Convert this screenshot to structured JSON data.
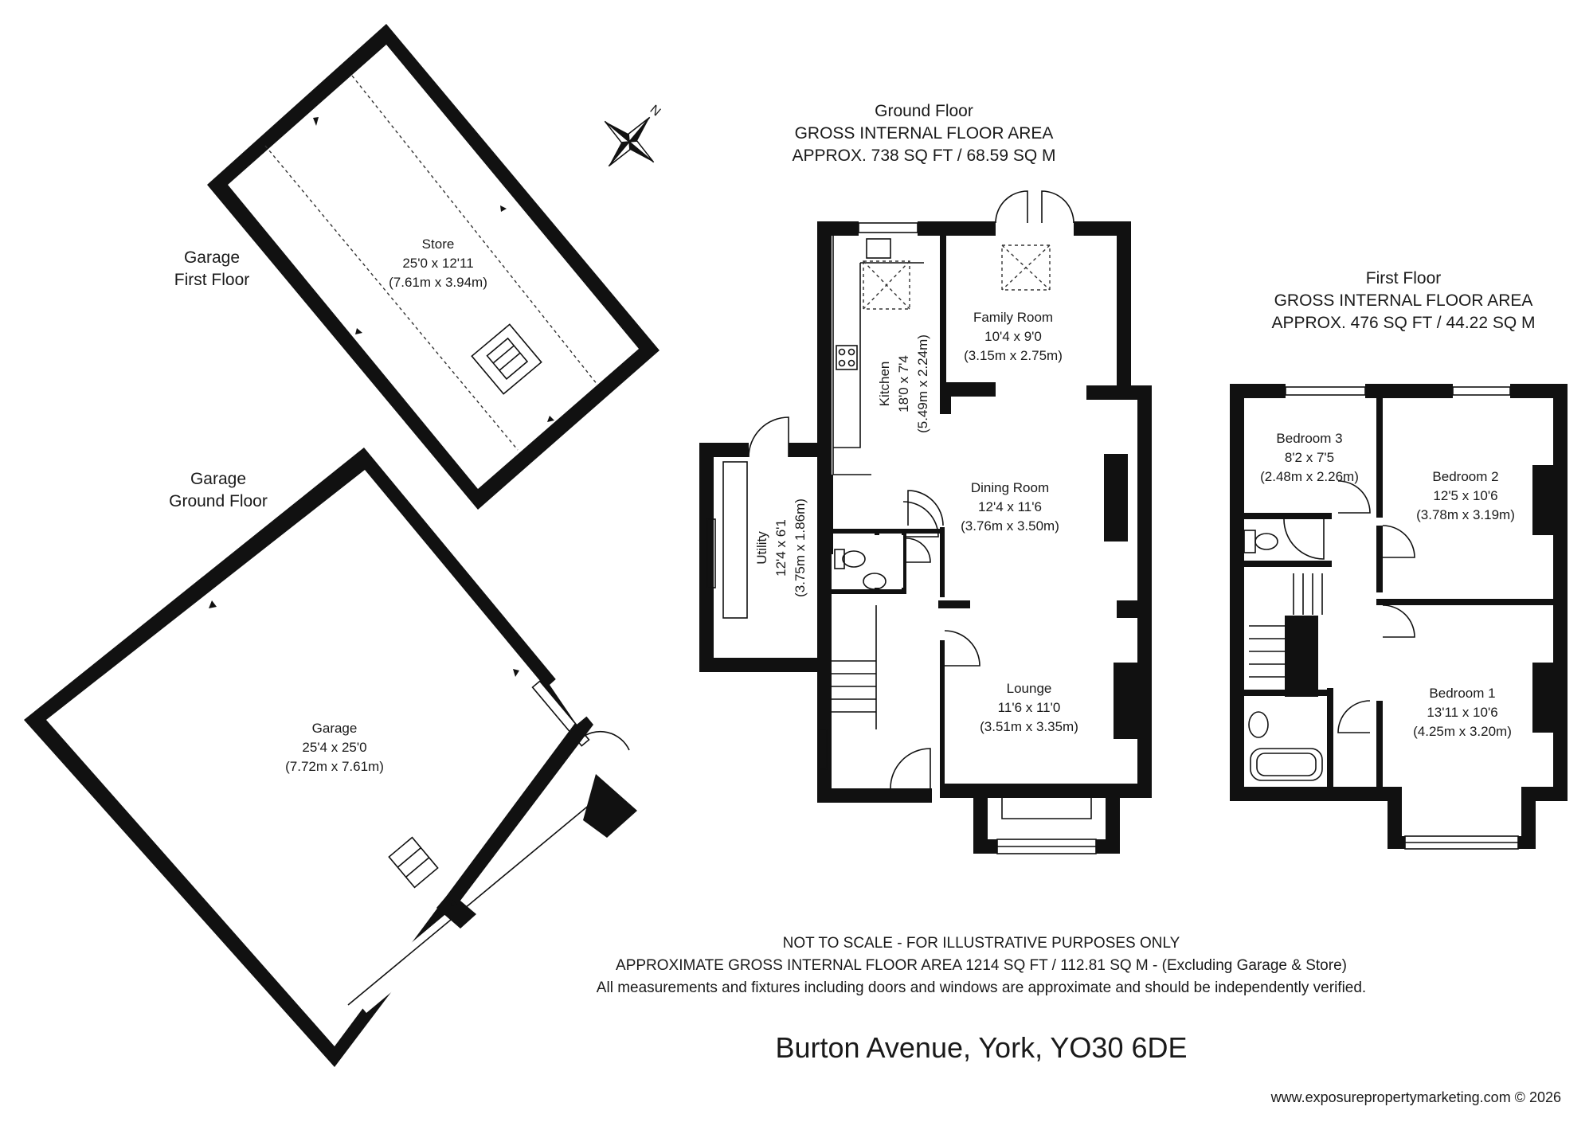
{
  "title": "Burton Avenue, York, YO30 6DE",
  "website": "www.exposurepropertymarketing.com © 2026",
  "compass": {
    "label": "N"
  },
  "ground_floor": {
    "name": "Ground Floor",
    "area_title": "GROSS INTERNAL FLOOR AREA",
    "area": "APPROX. 738 SQ FT / 68.59 SQ M",
    "rooms": {
      "family": {
        "name": "Family Room",
        "imperial": "10'4 x 9'0",
        "metric": "(3.15m x 2.75m)"
      },
      "kitchen": {
        "name": "Kitchen",
        "imperial": "18'0 x 7'4",
        "metric": "(5.49m x 2.24m)"
      },
      "dining": {
        "name": "Dining Room",
        "imperial": "12'4 x 11'6",
        "metric": "(3.76m x 3.50m)"
      },
      "utility": {
        "name": "Utility",
        "imperial": "12'4 x 6'1",
        "metric": "(3.75m x 1.86m)"
      },
      "lounge": {
        "name": "Lounge",
        "imperial": "11'6 x 11'0",
        "metric": "(3.51m x 3.35m)"
      }
    }
  },
  "first_floor": {
    "name": "First Floor",
    "area_title": "GROSS INTERNAL FLOOR AREA",
    "area": "APPROX. 476 SQ FT / 44.22 SQ M",
    "rooms": {
      "bedroom3": {
        "name": "Bedroom 3",
        "imperial": "8'2 x 7'5",
        "metric": "(2.48m x 2.26m)"
      },
      "bedroom2": {
        "name": "Bedroom 2",
        "imperial": "12'5 x 10'6",
        "metric": "(3.78m x 3.19m)"
      },
      "bedroom1": {
        "name": "Bedroom 1",
        "imperial": "13'11 x 10'6",
        "metric": "(4.25m x 3.20m)"
      }
    }
  },
  "garage_first_floor": {
    "label_line1": "Garage",
    "label_line2": "First Floor",
    "room": {
      "name": "Store",
      "imperial": "25'0 x 12'11",
      "metric": "(7.61m x 3.94m)"
    }
  },
  "garage_ground_floor": {
    "label_line1": "Garage",
    "label_line2": "Ground Floor",
    "room": {
      "name": "Garage",
      "imperial": "25'4 x 25'0",
      "metric": "(7.72m x 7.61m)"
    }
  },
  "notes": {
    "line1": "NOT TO SCALE - FOR ILLUSTRATIVE PURPOSES ONLY",
    "line2": "APPROXIMATE GROSS INTERNAL FLOOR AREA 1214 SQ FT / 112.81 SQ M - (Excluding Garage & Store)",
    "line3": "All measurements and fixtures including doors and windows are approximate and should be independently verified."
  }
}
